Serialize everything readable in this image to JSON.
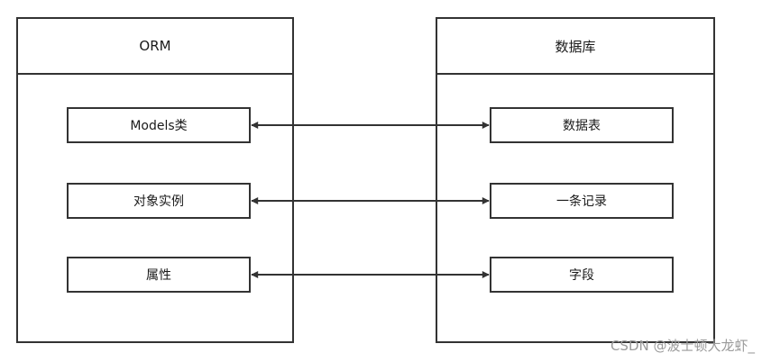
{
  "left_panel": {
    "title": "ORM",
    "items": [
      {
        "label": "Models类"
      },
      {
        "label": "对象实例"
      },
      {
        "label": "属性"
      }
    ]
  },
  "right_panel": {
    "title": "数据库",
    "items": [
      {
        "label": "数据表"
      },
      {
        "label": "一条记录"
      },
      {
        "label": "字段"
      }
    ]
  },
  "connectors": {
    "style": "bidirectional-arrow",
    "color": "#333333"
  },
  "watermark": "CSDN @波士顿大龙虾_"
}
